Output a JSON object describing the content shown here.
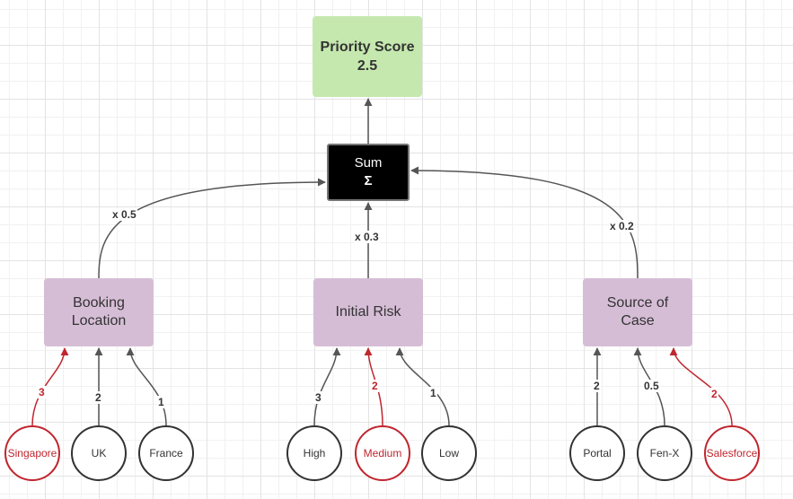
{
  "result": {
    "title": "Priority Score",
    "value": "2.5"
  },
  "sum": {
    "label": "Sum",
    "symbol": "Σ"
  },
  "factors": [
    {
      "label": "Booking Location",
      "weight": "x 0.5"
    },
    {
      "label": "Initial Risk",
      "weight": "x 0.3"
    },
    {
      "label": "Source of Case",
      "weight": "x 0.2"
    }
  ],
  "options": [
    {
      "label": "Singapore",
      "score": "3",
      "selected": true
    },
    {
      "label": "UK",
      "score": "2",
      "selected": false
    },
    {
      "label": "France",
      "score": "1",
      "selected": false
    },
    {
      "label": "High",
      "score": "3",
      "selected": false
    },
    {
      "label": "Medium",
      "score": "2",
      "selected": true
    },
    {
      "label": "Low",
      "score": "1",
      "selected": false
    },
    {
      "label": "Portal",
      "score": "2",
      "selected": false
    },
    {
      "label": "Fen-X",
      "score": "0.5",
      "selected": false
    },
    {
      "label": "Salesforce",
      "score": "2",
      "selected": true
    }
  ],
  "colors": {
    "result_fill": "#c5e8ae",
    "factor_fill": "#d6bdd6",
    "sum_fill": "#000000",
    "selected": "#c0262e",
    "line": "#555555"
  }
}
